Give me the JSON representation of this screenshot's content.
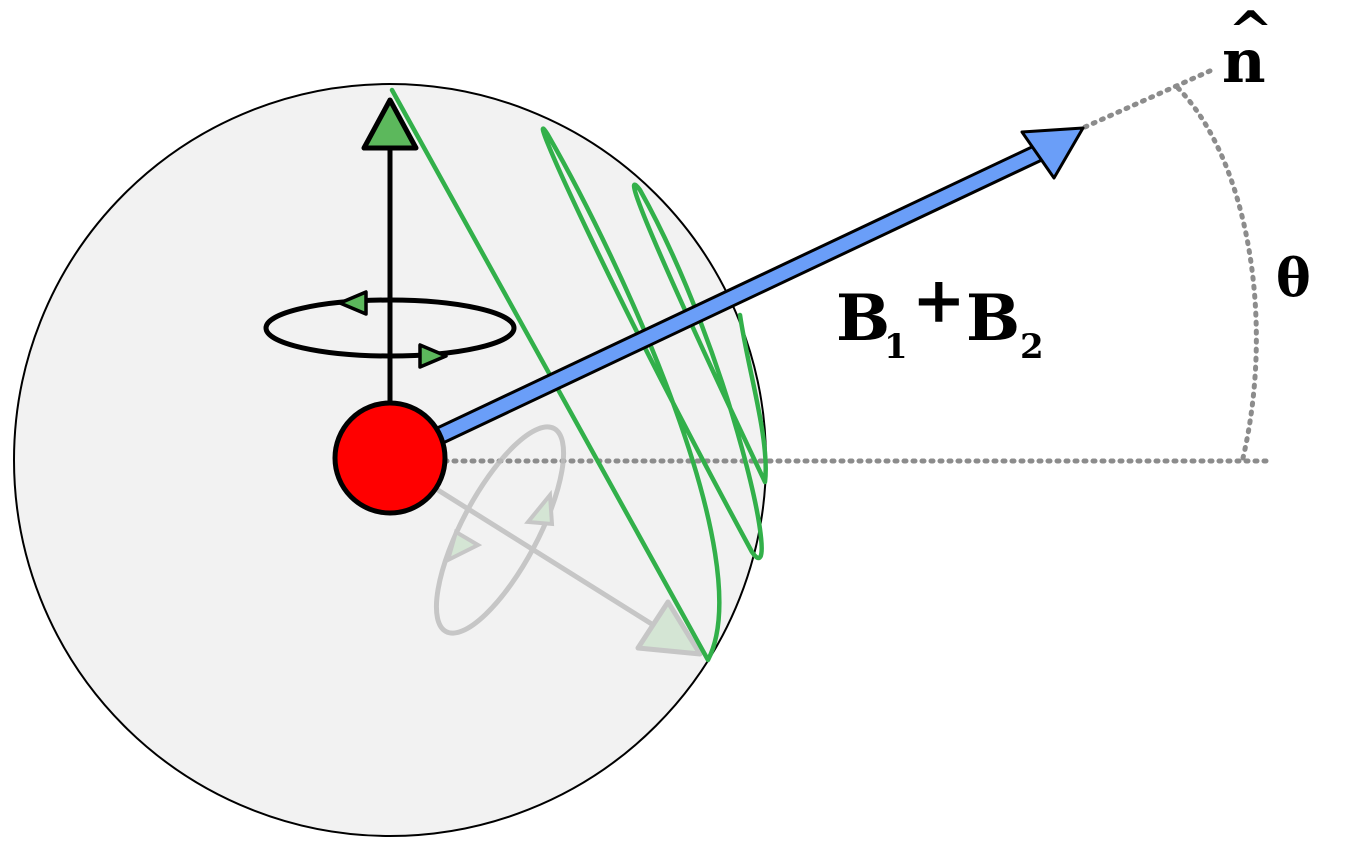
{
  "labels": {
    "field_B": "B",
    "field_sub_1": "1",
    "field_plus": "+",
    "field_sub_2": "2",
    "axis": "n",
    "axis_hat": "^",
    "angle": "θ"
  },
  "colors": {
    "sphere_fill": "#f2f2f2",
    "sphere_stroke": "#000000",
    "particle": "#ff0000",
    "field_arrow": "#6a9ef8",
    "precession_path": "#32b04a",
    "spin_arrowhead": "#5cb85c",
    "ghost_spin": "#bfbfbf",
    "guide_line": "#8c8c8c"
  }
}
